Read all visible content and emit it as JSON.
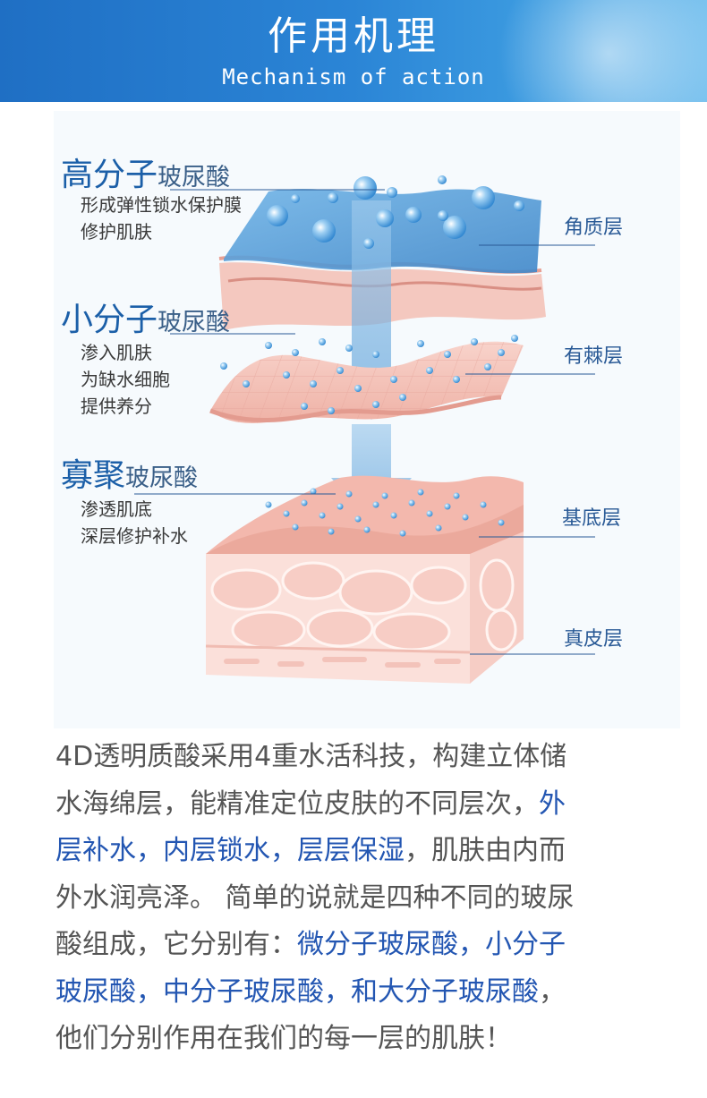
{
  "header": {
    "title": "作用机理",
    "subtitle": "Mechanism of action"
  },
  "molecules": [
    {
      "name_big": "高分子",
      "name_small": "玻尿酸",
      "desc": [
        "形成弹性锁水保护膜",
        "修护肌肤"
      ]
    },
    {
      "name_big": "小分子",
      "name_small": "玻尿酸",
      "desc": [
        "渗入肌肤",
        "为缺水细胞",
        "提供养分"
      ]
    },
    {
      "name_big": "寡聚",
      "name_small": "玻尿酸",
      "desc": [
        "渗透肌底",
        "深层修护补水"
      ]
    }
  ],
  "skin_layers": [
    "角质层",
    "有棘层",
    "基底层",
    "真皮层"
  ],
  "body": {
    "lines": [
      [
        {
          "t": "4D透明质酸采用4重水活科技，构建立体储",
          "hl": false
        }
      ],
      [
        {
          "t": "水海绵层，能精准定位皮肤的不同层次，",
          "hl": false
        },
        {
          "t": "外",
          "hl": true
        }
      ],
      [
        {
          "t": "层补水，内层锁水，层层保湿",
          "hl": true
        },
        {
          "t": "，肌肤由内而",
          "hl": false
        }
      ],
      [
        {
          "t": "外水润亮泽。 简单的说就是四种不同的玻尿",
          "hl": false
        }
      ],
      [
        {
          "t": "酸组成，它分别有：",
          "hl": false
        },
        {
          "t": "微分子玻尿酸，小分子",
          "hl": true
        }
      ],
      [
        {
          "t": "玻尿酸，中分子玻尿酸，和大分子玻尿酸",
          "hl": true
        },
        {
          "t": "，",
          "hl": false
        }
      ],
      [
        {
          "t": "他们分别作用在我们的每一层的肌肤！",
          "hl": false
        }
      ]
    ]
  },
  "colors": {
    "header_blue": "#2b85d6",
    "highlight_blue": "#2356b2",
    "body_gray": "#555555",
    "skin_pink": "#f2b7ad",
    "water_blue": "#5aa2dc"
  }
}
